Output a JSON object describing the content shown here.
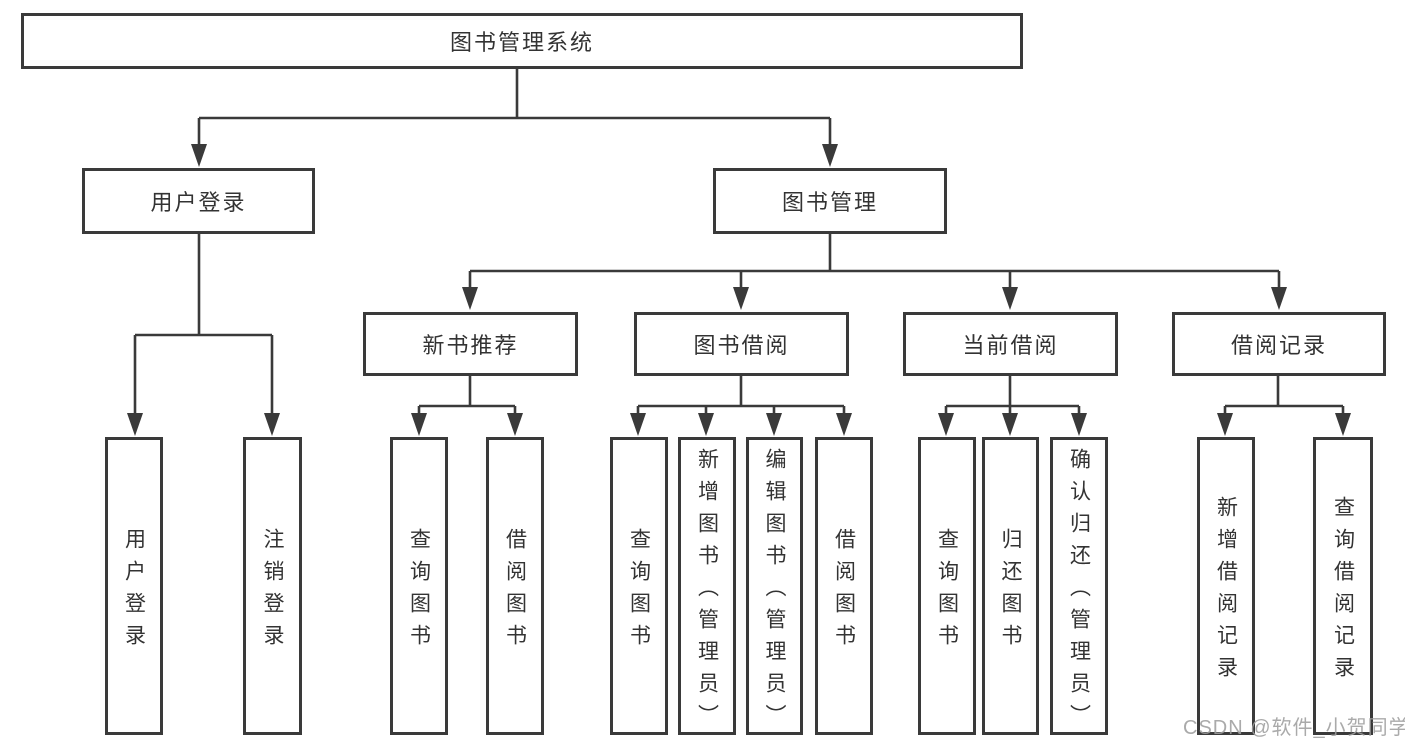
{
  "diagram": {
    "root": {
      "label": "图书管理系统"
    },
    "level2": [
      {
        "id": "user-login",
        "label": "用户登录"
      },
      {
        "id": "book-management",
        "label": "图书管理"
      }
    ],
    "level3": [
      {
        "id": "new-book-recommend",
        "label": "新书推荐",
        "parent": "book-management"
      },
      {
        "id": "book-borrow",
        "label": "图书借阅",
        "parent": "book-management"
      },
      {
        "id": "current-borrow",
        "label": "当前借阅",
        "parent": "book-management"
      },
      {
        "id": "borrow-record",
        "label": "借阅记录",
        "parent": "book-management"
      }
    ],
    "leaves": [
      {
        "parent": "user-login",
        "label": "用户登录"
      },
      {
        "parent": "user-login",
        "label": "注销登录"
      },
      {
        "parent": "new-book-recommend",
        "label": "查询图书"
      },
      {
        "parent": "new-book-recommend",
        "label": "借阅图书"
      },
      {
        "parent": "book-borrow",
        "label": "查询图书"
      },
      {
        "parent": "book-borrow",
        "label": "新增图书（管理员）"
      },
      {
        "parent": "book-borrow",
        "label": "编辑图书（管理员）"
      },
      {
        "parent": "book-borrow",
        "label": "借阅图书"
      },
      {
        "parent": "current-borrow",
        "label": "查询图书"
      },
      {
        "parent": "current-borrow",
        "label": "归还图书"
      },
      {
        "parent": "current-borrow",
        "label": "确认归还（管理员）"
      },
      {
        "parent": "borrow-record",
        "label": "新增借阅记录"
      },
      {
        "parent": "borrow-record",
        "label": "查询借阅记录"
      }
    ]
  },
  "watermark": {
    "text": "CSDN @软件_小贺同学"
  },
  "colors": {
    "line": "#3a3a3a",
    "text": "#333333",
    "background": "#ffffff",
    "watermark": "#9e9e9e"
  }
}
